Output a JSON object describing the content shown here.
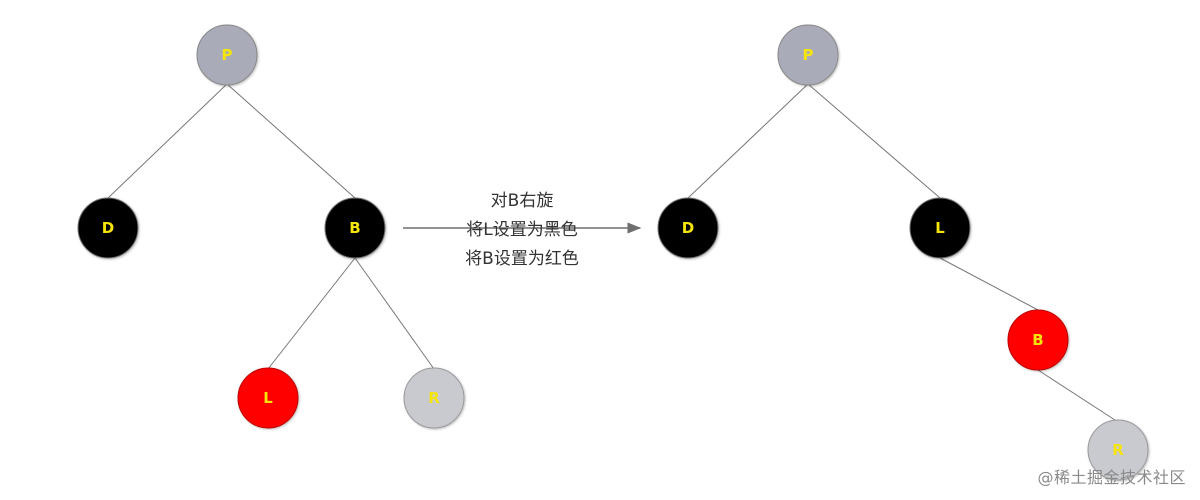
{
  "colors": {
    "black_node": "#000000",
    "red_node": "#ff0000",
    "gray_node": "#a9acb8",
    "light_gray_node": "#c8cad0",
    "label": "#f5e50a",
    "edge": "#777777",
    "arrow": "#6f6f6f"
  },
  "left_tree": {
    "nodes": {
      "p": {
        "label": "P",
        "color": "gray"
      },
      "d": {
        "label": "D",
        "color": "black"
      },
      "b": {
        "label": "B",
        "color": "black"
      },
      "l": {
        "label": "L",
        "color": "red"
      },
      "r": {
        "label": "R",
        "color": "light_gray"
      }
    }
  },
  "right_tree": {
    "nodes": {
      "p": {
        "label": "P",
        "color": "gray"
      },
      "d": {
        "label": "D",
        "color": "black"
      },
      "l": {
        "label": "L",
        "color": "black"
      },
      "b": {
        "label": "B",
        "color": "red"
      },
      "r": {
        "label": "R",
        "color": "light_gray"
      }
    }
  },
  "operation": {
    "line1": "对B右旋",
    "line2": "将L设置为黑色",
    "line3": "将B设置为红色"
  },
  "watermark": "@稀土掘金技术社区"
}
